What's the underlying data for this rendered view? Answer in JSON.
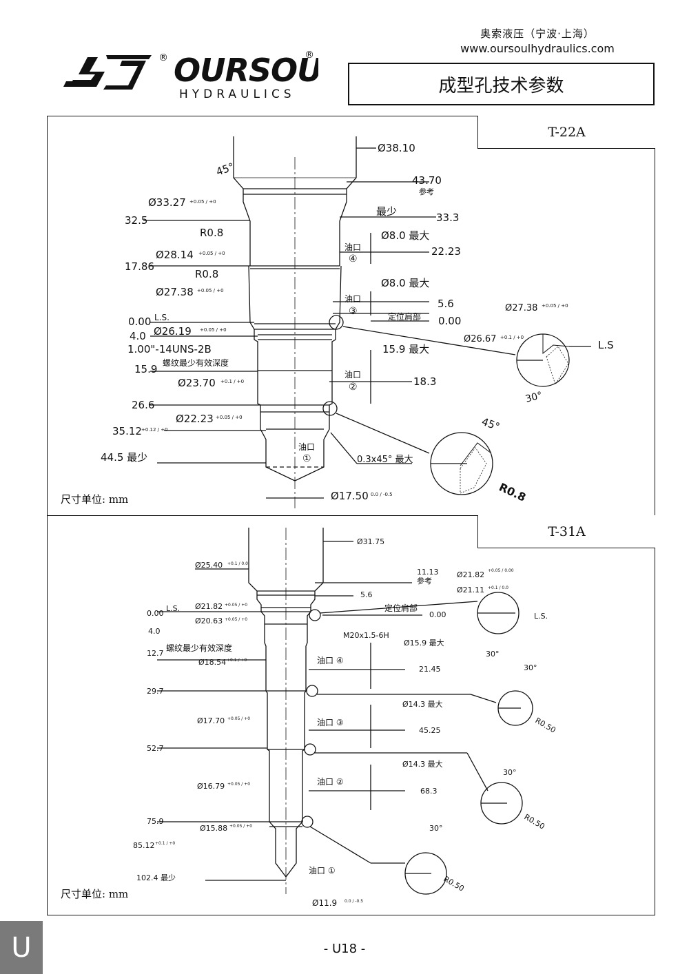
{
  "brand": {
    "name_line1": "OURSOUL",
    "name_line2": "HYDRAULICS",
    "registered_mark": "®",
    "company": "奥索液压（宁波·上海）",
    "website": "www.oursoulhydraulics.com"
  },
  "page_title": "成型孔技术参数",
  "page_tab_letter": "U",
  "page_number": "- U18 -",
  "unit_label": "尺寸单位: mm",
  "section_a": {
    "model": "T-22A",
    "labels": {
      "d3810": "Ø38.10",
      "angle45": "45°",
      "d4370": "43.70",
      "ref": "参考",
      "d3327": "Ø33.27",
      "d3327_tol": "+0.05 / +0",
      "v325": "32.5",
      "min_cn": "最少",
      "v333": "33.3",
      "r08a": "R0.8",
      "d80max_a": "Ø8.0 最大",
      "oil_cn": "油口",
      "port4": "④",
      "v2223": "22.23",
      "d2814": "Ø28.14",
      "d2814_tol": "+0.05 / +0",
      "v1786": "17.86",
      "r08b": "R0.8",
      "d80max_b": "Ø8.0 最大",
      "d2738": "Ø27.38",
      "d2738_tol": "+0.05 / +0",
      "v56": "5.6",
      "port3": "③",
      "shoulder_cn": "定位肩部",
      "v000a": "0.00",
      "v000b": "0.00",
      "ls": "L.S.",
      "d2619": "Ø26.19",
      "d2619_tol": "+0.05 / +0",
      "v40": "4.0",
      "thread": "1.00\"-14UNS-2B",
      "v159max": "15.9 最大",
      "v159": "15.9",
      "thread_depth_cn": "螺纹最少有效深度",
      "d2370": "Ø23.70",
      "d2370_tol": "+0.1 / +0",
      "port2": "②",
      "v183": "18.3",
      "v266": "26.6",
      "d2223": "Ø22.23",
      "d2223_tol": "+0.05 / +0",
      "v3512": "35.12",
      "v3512_tol": "+0.12 / +0",
      "port1": "①",
      "v445": "44.5 最少",
      "chamfer": "0.3x45° 最大",
      "d1750": "Ø17.50",
      "d1750_tol": "0.0 / -0.5",
      "detail1_d2738": "Ø27.38",
      "detail1_d2738_tol": "+0.05 / +0",
      "detail1_d2667": "Ø26.67",
      "detail1_d2667_tol": "+0.1 / +0",
      "detail1_ls": "L.S",
      "detail1_angle": "30°",
      "detail2_angle": "45°",
      "detail2_r": "R0.8"
    }
  },
  "section_b": {
    "model": "T-31A",
    "labels": {
      "d3175": "Ø31.75",
      "d2540": "Ø25.40",
      "d2540_tol": "+0.1 / 0.0",
      "v1113": "11.13",
      "ref": "参考",
      "v56": "5.6",
      "d2182top": "Ø21.82",
      "d2182top_tol": "+0.05 / 0.00",
      "d2111": "Ø21.11",
      "d2111_tol": "+0.1 / 0.0",
      "v000a": "0.00",
      "ls": "L.S.",
      "d2182": "Ø21.82",
      "d2182_tol": "+0.05 / +0",
      "shoulder_cn": "定位肩部",
      "v000b": "0.00",
      "d2063": "Ø20.63",
      "d2063_tol": "+0.05 / +0",
      "v40": "4.0",
      "thread": "M20x1.5-6H",
      "thread_depth_cn": "螺纹最少有效深度",
      "v127": "12.7",
      "d159max": "Ø15.9 最大",
      "d1854": "Ø18.54",
      "d1854_tol": "+0.1 / +0",
      "port4": "油口 ④",
      "v2145": "21.45",
      "v297": "29.7",
      "d143max_a": "Ø14.3 最大",
      "d1770": "Ø17.70",
      "d1770_tol": "+0.05 / +0",
      "port3": "油口 ③",
      "v4525": "45.25",
      "v527": "52.7",
      "d143max_b": "Ø14.3 最大",
      "d1679": "Ø16.79",
      "d1679_tol": "+0.05 / +0",
      "port2": "油口 ②",
      "v683": "68.3",
      "v759": "75.9",
      "d1588": "Ø15.88",
      "d1588_tol": "+0.05 / +0",
      "v8512": "85.12",
      "v8512_tol": "+0.1 / +0",
      "port1": "油口 ①",
      "v1024": "102.4 最少",
      "d119": "Ø11.9",
      "d119_tol": "0.0 / -0.5",
      "detail_ls": "L.S.",
      "detail_angle": "30°",
      "detail_r": "R0.50"
    }
  }
}
